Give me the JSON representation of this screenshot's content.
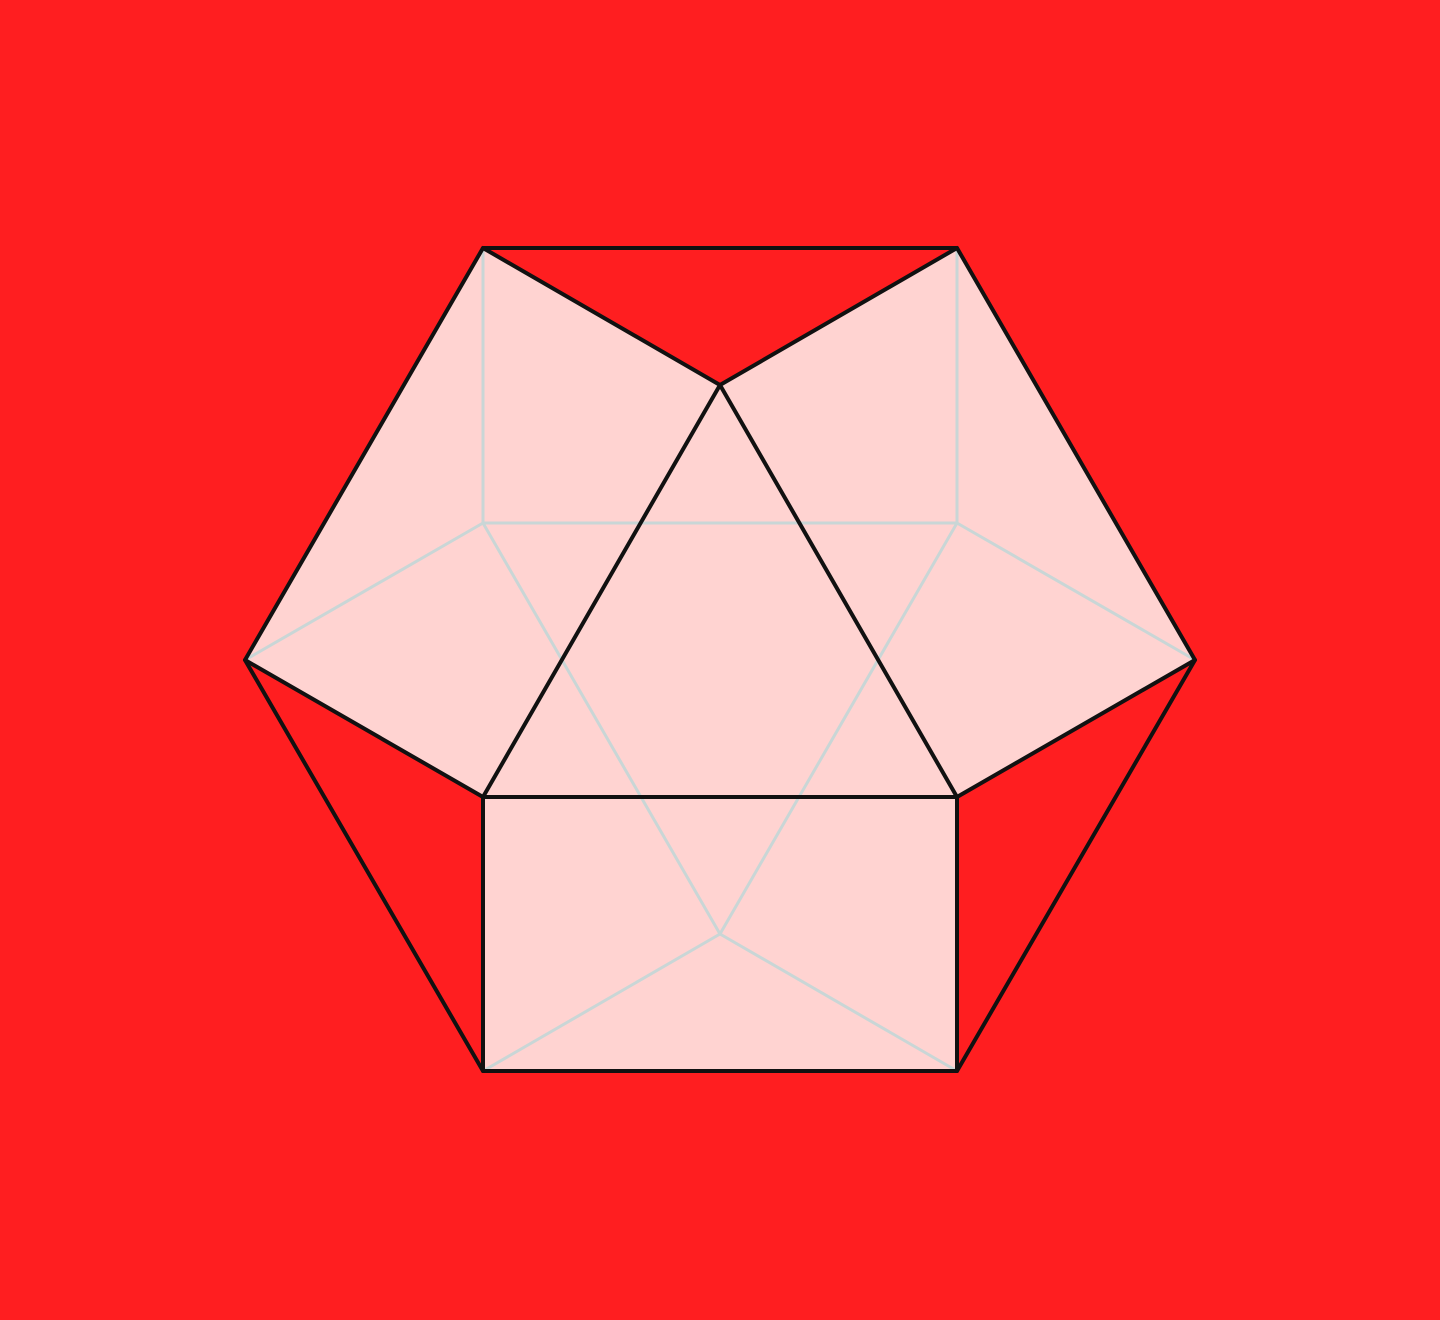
{
  "colors": {
    "background": "#FF1E20",
    "face_fill": "#FFD3D1",
    "outline_stroke": "#111111",
    "hidden_edge_stroke": "#C9D6D6"
  },
  "figure": {
    "shape": "hexagon-outline-with-folded-net",
    "faces": [
      {
        "name": "face-left-quad",
        "kind": "quadrilateral"
      },
      {
        "name": "face-right-quad",
        "kind": "quadrilateral"
      },
      {
        "name": "face-center-triangle",
        "kind": "triangle"
      },
      {
        "name": "face-bottom-rectangle",
        "kind": "rectangle"
      }
    ]
  }
}
